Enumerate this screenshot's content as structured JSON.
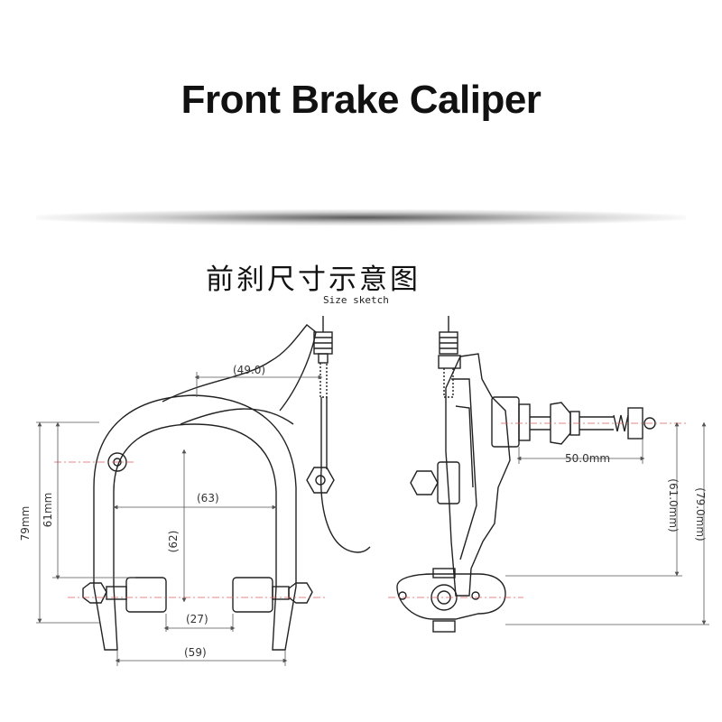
{
  "header": {
    "title": "Front Brake Caliper",
    "heading_cn": "前刹尺寸示意图",
    "heading_en": "Size sketch"
  },
  "front_view": {
    "dim_arm": "(49.0)",
    "dim_outer_height": "79mm",
    "dim_inner_height": "61mm",
    "dim_inner_width": "(63)",
    "dim_pad_drop": "(62)",
    "dim_pad_gap": "(27)",
    "dim_outer_width": "(59)"
  },
  "side_view": {
    "dim_bolt": "50.0mm",
    "dim_reach_min": "(61.0mm)",
    "dim_reach_max": "(79.0mm)"
  },
  "colors": {
    "line": "#222222",
    "dimension": "#555555",
    "centerline": "#e06060"
  }
}
